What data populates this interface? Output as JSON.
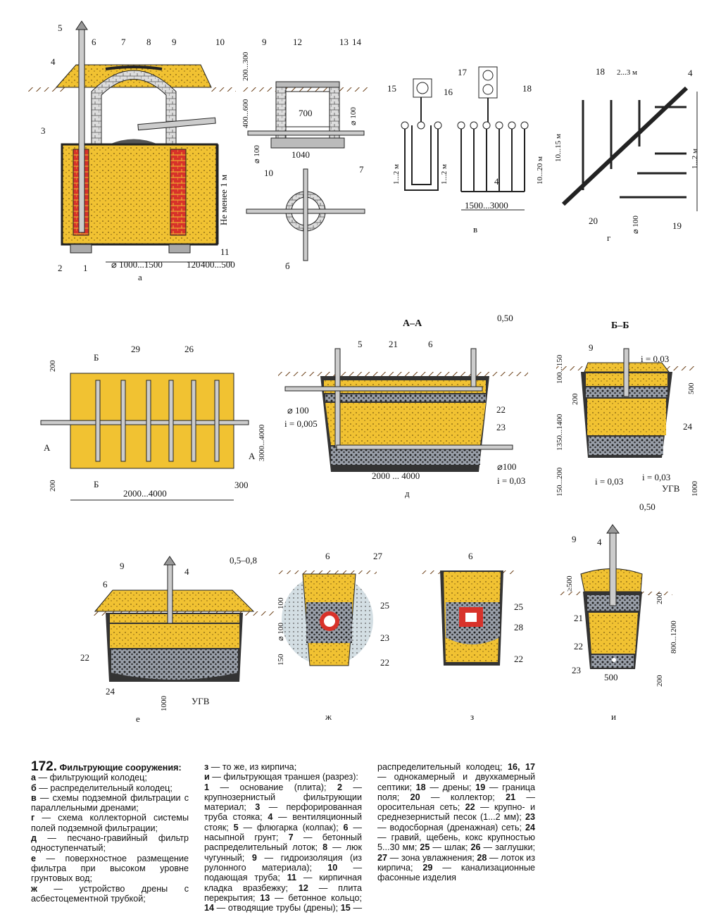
{
  "colors": {
    "sand": "#f1c232",
    "brick": "#d8322a",
    "concrete": "#b9b9b9",
    "gravel": "#4a4f5a",
    "ground": "#8a5a2b"
  },
  "fig_a": {
    "letter": "а",
    "labels": [
      "5",
      "6",
      "7",
      "8",
      "9",
      "10",
      "4",
      "3",
      "2",
      "1",
      "11",
      "Не менее 1 м",
      "⌀ 1000...1500",
      "120",
      "400...500"
    ]
  },
  "fig_b": {
    "letter": "б",
    "labels": [
      "9",
      "12",
      "13",
      "14",
      "200...300",
      "400...600",
      "700",
      "⌀ 100",
      "⌀ 100",
      "1040",
      "10",
      "7"
    ]
  },
  "fig_v": {
    "letter": "в",
    "labels": [
      "15",
      "16",
      "17",
      "18",
      "1...2 м",
      "1...2 м",
      "10...20 м",
      "1500...3000",
      "4"
    ]
  },
  "fig_g": {
    "letter": "г",
    "labels": [
      "18",
      "2...3 м",
      "4",
      "10...15 м",
      "1...2 м",
      "⌀ 100",
      "20",
      "19"
    ]
  },
  "fig_d_plan": {
    "labels": [
      "Б",
      "29",
      "26",
      "200",
      "3000...4000",
      "А",
      "А",
      "Б",
      "200",
      "2000...4000",
      "300"
    ]
  },
  "fig_d": {
    "letter": "д",
    "labels": [
      "А–А",
      "0,50",
      "5",
      "21",
      "6",
      "⌀ 100",
      "i = 0,005",
      "22",
      "23",
      "2000 ... 4000",
      "⌀100",
      "i = 0,03"
    ]
  },
  "fig_bb": {
    "labels": [
      "Б–Б",
      "9",
      "i = 0,03",
      "100...150",
      "500",
      "200",
      "1350...1400",
      "24",
      "150...200",
      "i = 0,03",
      "i = 0,03",
      "УГВ",
      "1000"
    ]
  },
  "fig_e": {
    "letter": "е",
    "labels": [
      "6",
      "9",
      "4",
      "0,5–0,8",
      "22",
      "24",
      "1000",
      "УГВ"
    ]
  },
  "fig_zh": {
    "letter": "ж",
    "labels": [
      "6",
      "27",
      "100",
      "⌀ 100",
      "150",
      "25",
      "23",
      "22"
    ]
  },
  "fig_z": {
    "letter": "з",
    "labels": [
      "6",
      "25",
      "28",
      "22"
    ]
  },
  "fig_i": {
    "letter": "и",
    "labels": [
      "0,50",
      "9",
      "4",
      "≥500",
      "200",
      "21",
      "22",
      "23",
      "800...1200",
      "500",
      "200"
    ]
  },
  "caption": {
    "number": "172.",
    "title": "Фильтрующие сооружения:",
    "entries": [
      {
        "k": "а",
        "t": "— фильтрующий колодец;"
      },
      {
        "k": "б",
        "t": "— распределительный колодец;"
      },
      {
        "k": "в",
        "t": "— схемы подземной фильтрации с параллельными дренами;"
      },
      {
        "k": "г",
        "t": "— схема коллекторной системы полей подземной фильтрации;"
      },
      {
        "k": "д",
        "t": "— песчано-гравийный фильтр одноступенчатый;"
      },
      {
        "k": "е",
        "t": "— поверхностное размещение фильтра при высоком уровне грунтовых вод;"
      },
      {
        "k": "ж",
        "t": "— устройство дрены с асбестоцементной трубкой;"
      },
      {
        "k": "з",
        "t": "— то же, из кирпича;"
      },
      {
        "k": "и",
        "t": "— фильтрующая траншея (разрез):"
      }
    ],
    "items": [
      {
        "k": "1",
        "t": "— основание (плита);"
      },
      {
        "k": "2",
        "t": "— крупнозернистый фильтрующии материал;"
      },
      {
        "k": "3",
        "t": "— перфорированная труба стояка;"
      },
      {
        "k": "4",
        "t": "— вентиляционный стояк;"
      },
      {
        "k": "5",
        "t": "— флюгарка (колпак);"
      },
      {
        "k": "6",
        "t": "— насыпной грунт;"
      },
      {
        "k": "7",
        "t": "— бетонный распределительный лоток;"
      },
      {
        "k": "8",
        "t": "— люк чугунный;"
      },
      {
        "k": "9",
        "t": "— гидроизоляция (из рулонного материала);"
      },
      {
        "k": "10",
        "t": "— подающая труба;"
      },
      {
        "k": "11",
        "t": "— кирпичная кладка вразбежку;"
      },
      {
        "k": "12",
        "t": "— плита перекрытия;"
      },
      {
        "k": "13",
        "t": "— бетонное кольцо;"
      },
      {
        "k": "14",
        "t": "— отводящие трубы (дрены);"
      },
      {
        "k": "15",
        "t": "— распределительный колодец;"
      },
      {
        "k": "16, 17",
        "t": "— однокамерный и двухкамерный септики;"
      },
      {
        "k": "18",
        "t": "— дрены;"
      },
      {
        "k": "19",
        "t": "— граница поля;"
      },
      {
        "k": "20",
        "t": "— коллектор;"
      },
      {
        "k": "21",
        "t": "— оросительная сеть;"
      },
      {
        "k": "22",
        "t": "— крупно- и среднезернистый песок (1...2 мм);"
      },
      {
        "k": "23",
        "t": "— водосборная (дренажная) сеть;"
      },
      {
        "k": "24",
        "t": "— гравий, щебень, кокс крупностью 5...30 мм;"
      },
      {
        "k": "25",
        "t": "— шлак;"
      },
      {
        "k": "26",
        "t": "— заглушки;"
      },
      {
        "k": "27",
        "t": "— зона увлажнения;"
      },
      {
        "k": "28",
        "t": "— лоток из кирпича;"
      },
      {
        "k": "29",
        "t": "— канализационные фасонные изделия"
      }
    ]
  }
}
